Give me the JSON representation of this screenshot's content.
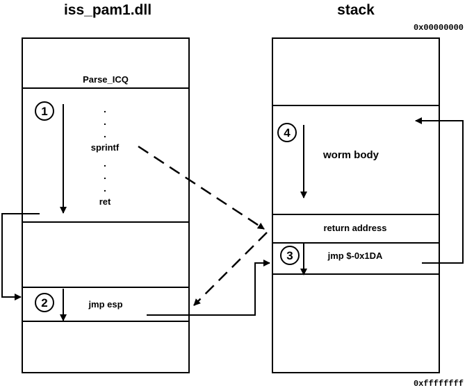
{
  "left": {
    "title": "iss_pam1.dll",
    "function_name": "Parse_ICQ",
    "call_label": "sprintf",
    "ret_label": "ret",
    "ellipsis": ".",
    "jmp_label": "jmp esp"
  },
  "right": {
    "title": "stack",
    "addr_low": "0x00000000",
    "addr_high": "0xffffffff",
    "worm_body_label": "worm body",
    "return_address_label": "return address",
    "jmp_back_label": "jmp $-0x1DA"
  },
  "steps": [
    "1",
    "2",
    "3",
    "4"
  ]
}
